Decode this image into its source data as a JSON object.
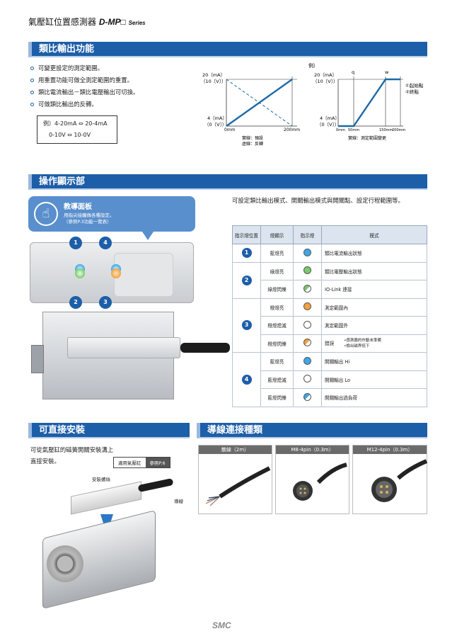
{
  "header": {
    "title_cn": "氣壓缸位置感測器",
    "title_model": "D-MP□",
    "title_series": "Series"
  },
  "sec1": {
    "title": "類比輸出功能",
    "bullets": [
      "可變更設定的測定範圍。",
      "用重置功能可做全測定範圍的重置。",
      "類比電流輸出－類比電壓輸出可切換。",
      "可做類比輸出的反轉。"
    ],
    "example": {
      "row1": "例）4-20mA ⇔ 20-4mA",
      "row2": "0-10V ⇔ 10-0V"
    }
  },
  "graph1": {
    "y_top": "20〔mA〕",
    "y_top2": "（10〔V〕）",
    "y_bot": "4〔mA〕",
    "y_bot2": "（0〔V〕）",
    "x0": "0mm",
    "x1": "200mm",
    "legend1": "實線：預設",
    "legend2": "虛線：反轉"
  },
  "graph2": {
    "label": "例）",
    "q": "q",
    "w": "w",
    "y_top": "20〔mA〕",
    "y_top2": "（10〔V〕）",
    "y_bot": "4〔mA〕",
    "y_bot2": "（0〔V〕）",
    "x0": "0mm",
    "x1": "50mm",
    "x2": "150mm",
    "x3": "200mm",
    "note_q": "①起始點",
    "note_w": "②終點",
    "caption": "實線：測定範圍變更"
  },
  "sec2": {
    "title": "操作顯示部",
    "callout_title": "教導面板",
    "callout_line1": "用指尖接觸做各種設定。",
    "callout_line2": "（參照P.3功能一覽表）",
    "desc": "可設定類比輸出模式、開關輸出模式與開關點、設定行程範圍等。"
  },
  "table": {
    "headers": [
      "指示燈位置",
      "燈顯示",
      "指示燈",
      "模式"
    ],
    "rows": [
      {
        "pos": "1",
        "disp": "藍燈亮",
        "mode": "類比電流輸出狀態",
        "lamp": "#3da8e6"
      },
      {
        "pos": "2",
        "disp": "綠燈亮",
        "mode": "類比電壓輸出狀態",
        "lamp": "#7bc96f"
      },
      {
        "pos": "",
        "disp": "綠燈閃爍",
        "mode": "IO-Link 連接",
        "lamp": "#7bc96f"
      },
      {
        "pos": "3",
        "disp": "橙燈亮",
        "mode": "測定範圍內",
        "lamp": "#f2a23c"
      },
      {
        "pos": "",
        "disp": "橙燈熄滅",
        "mode": "測定範圍外",
        "lamp": "#ffffff"
      },
      {
        "pos": "",
        "disp": "橙燈閃爍",
        "mode": "錯誤",
        "lamp": "#f2a23c",
        "note1": "•感測器的作動未準備",
        "note2": "•檢出磁界低下"
      },
      {
        "pos": "4",
        "disp": "藍燈亮",
        "mode": "開關輸出 Hi",
        "lamp": "#3da8e6"
      },
      {
        "pos": "",
        "disp": "藍燈熄滅",
        "mode": "開關輸出 Lo",
        "lamp": "#ffffff"
      },
      {
        "pos": "",
        "disp": "藍燈閃爍",
        "mode": "開關輸出過負荷",
        "lamp": "#3da8e6"
      }
    ]
  },
  "sec3": {
    "title": "可直接安裝",
    "line1": "可從氣壓缸的磁簧開關安裝溝上",
    "line2": "直接安裝。",
    "box1": "適用氣壓缸",
    "box2": "參照P.6",
    "label_bolt": "安裝螺絲",
    "label_wire": "導線"
  },
  "sec4": {
    "title": "導線連接種類",
    "cables": [
      "散線（2m）",
      "M8-4pin（0.3m）",
      "M12-4pin（0.3m）"
    ]
  },
  "footer": {
    "brand": "SMC"
  },
  "device": {
    "n1": "1",
    "n2": "2",
    "n3": "3",
    "n4": "4"
  }
}
